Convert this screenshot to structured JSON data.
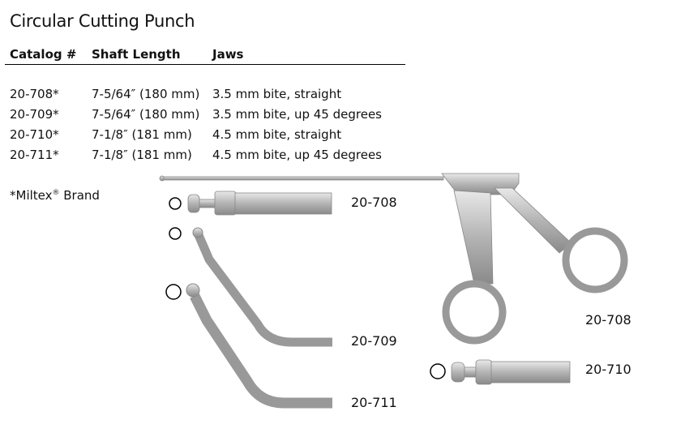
{
  "title": "Circular Cutting Punch",
  "table": {
    "headers": [
      "Catalog #",
      "Shaft Length",
      "Jaws"
    ],
    "rows": [
      [
        "20-708*",
        "7-5/64″ (180 mm)",
        "3.5 mm bite, straight"
      ],
      [
        "20-709*",
        "7-5/64″ (180 mm)",
        "3.5 mm bite, up 45 degrees"
      ],
      [
        "20-710*",
        "7-1/8″ (181 mm)",
        "4.5 mm bite, straight"
      ],
      [
        "20-711*",
        "7-1/8″ (181 mm)",
        "4.5 mm bite, up 45 degrees"
      ]
    ]
  },
  "footnote": {
    "text": "*Miltex",
    "reg": "®",
    "suffix": " Brand"
  },
  "figure_labels": {
    "tip_708": "20-708",
    "tip_709": "20-709",
    "tip_711": "20-711",
    "handle_708": "20-708",
    "tip_710": "20-710"
  }
}
